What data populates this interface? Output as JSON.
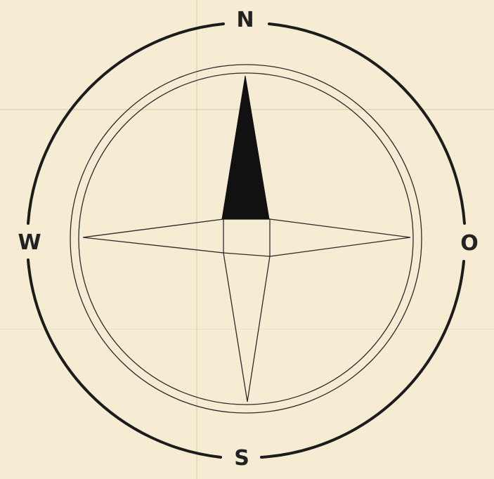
{
  "compass": {
    "north": "N",
    "south": "S",
    "west": "W",
    "east": "O"
  },
  "colors": {
    "paper": "#f6ecd3",
    "ink": "#1c1c1c"
  }
}
